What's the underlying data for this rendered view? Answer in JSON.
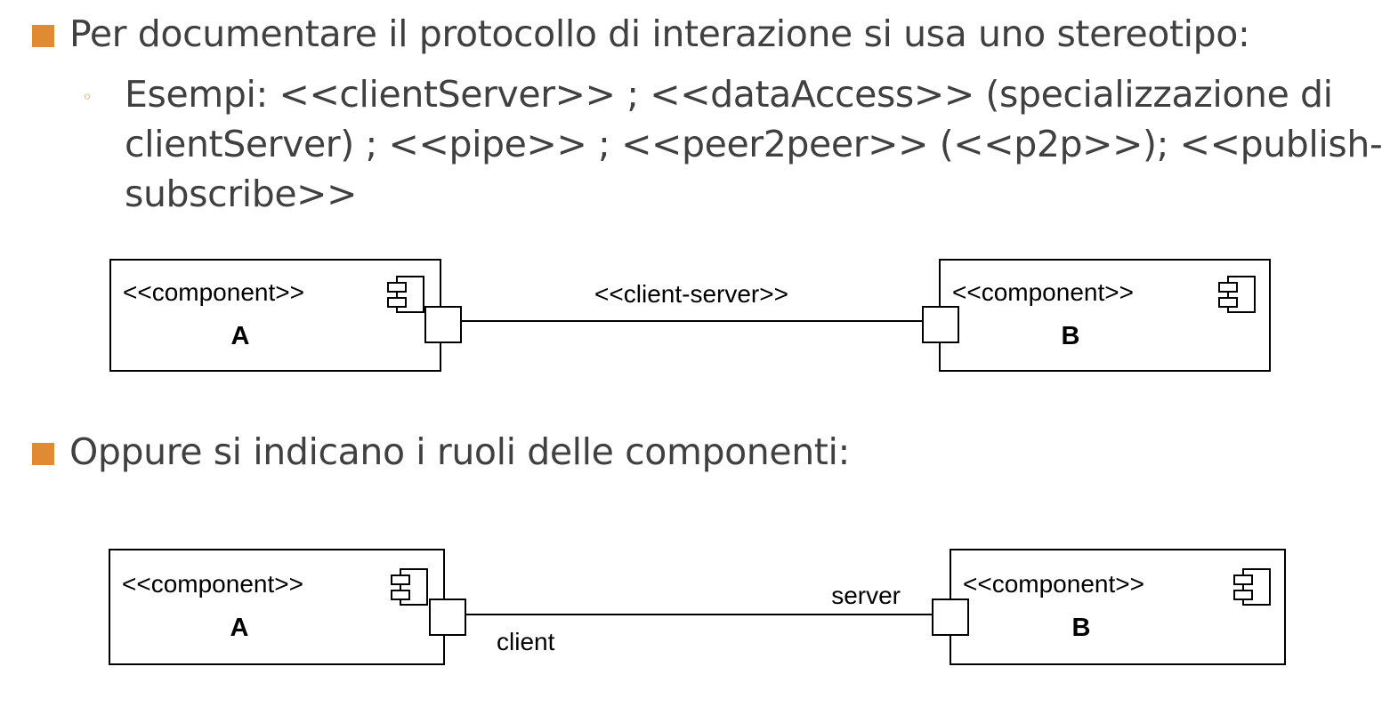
{
  "bullets": [
    {
      "text": "Per documentare il protocollo di interazione si usa uno stereotipo:"
    },
    {
      "text": "Oppure si indicano i ruoli delle componenti:"
    }
  ],
  "sub_bullet": {
    "lines": [
      "Esempi: <<clientServer>> ; <<dataAccess>> (specializzazione di",
      "clientServer) ; <<pipe>> ; <<peer2peer>> (<<p2p>>); <<publish-",
      "subscribe>>"
    ]
  },
  "diagram1": {
    "component_a": {
      "stereotype": "<<component>>",
      "name": "A"
    },
    "component_b": {
      "stereotype": "<<component>>",
      "name": "B"
    },
    "connector_label": "<<client-server>>"
  },
  "diagram2": {
    "component_a": {
      "stereotype": "<<component>>",
      "name": "A"
    },
    "component_b": {
      "stereotype": "<<component>>",
      "name": "B"
    },
    "role_a": "client",
    "role_b": "server"
  },
  "colors": {
    "bullet_accent": "#e08a33",
    "text": "#404040",
    "diagram_stroke": "#000000"
  }
}
